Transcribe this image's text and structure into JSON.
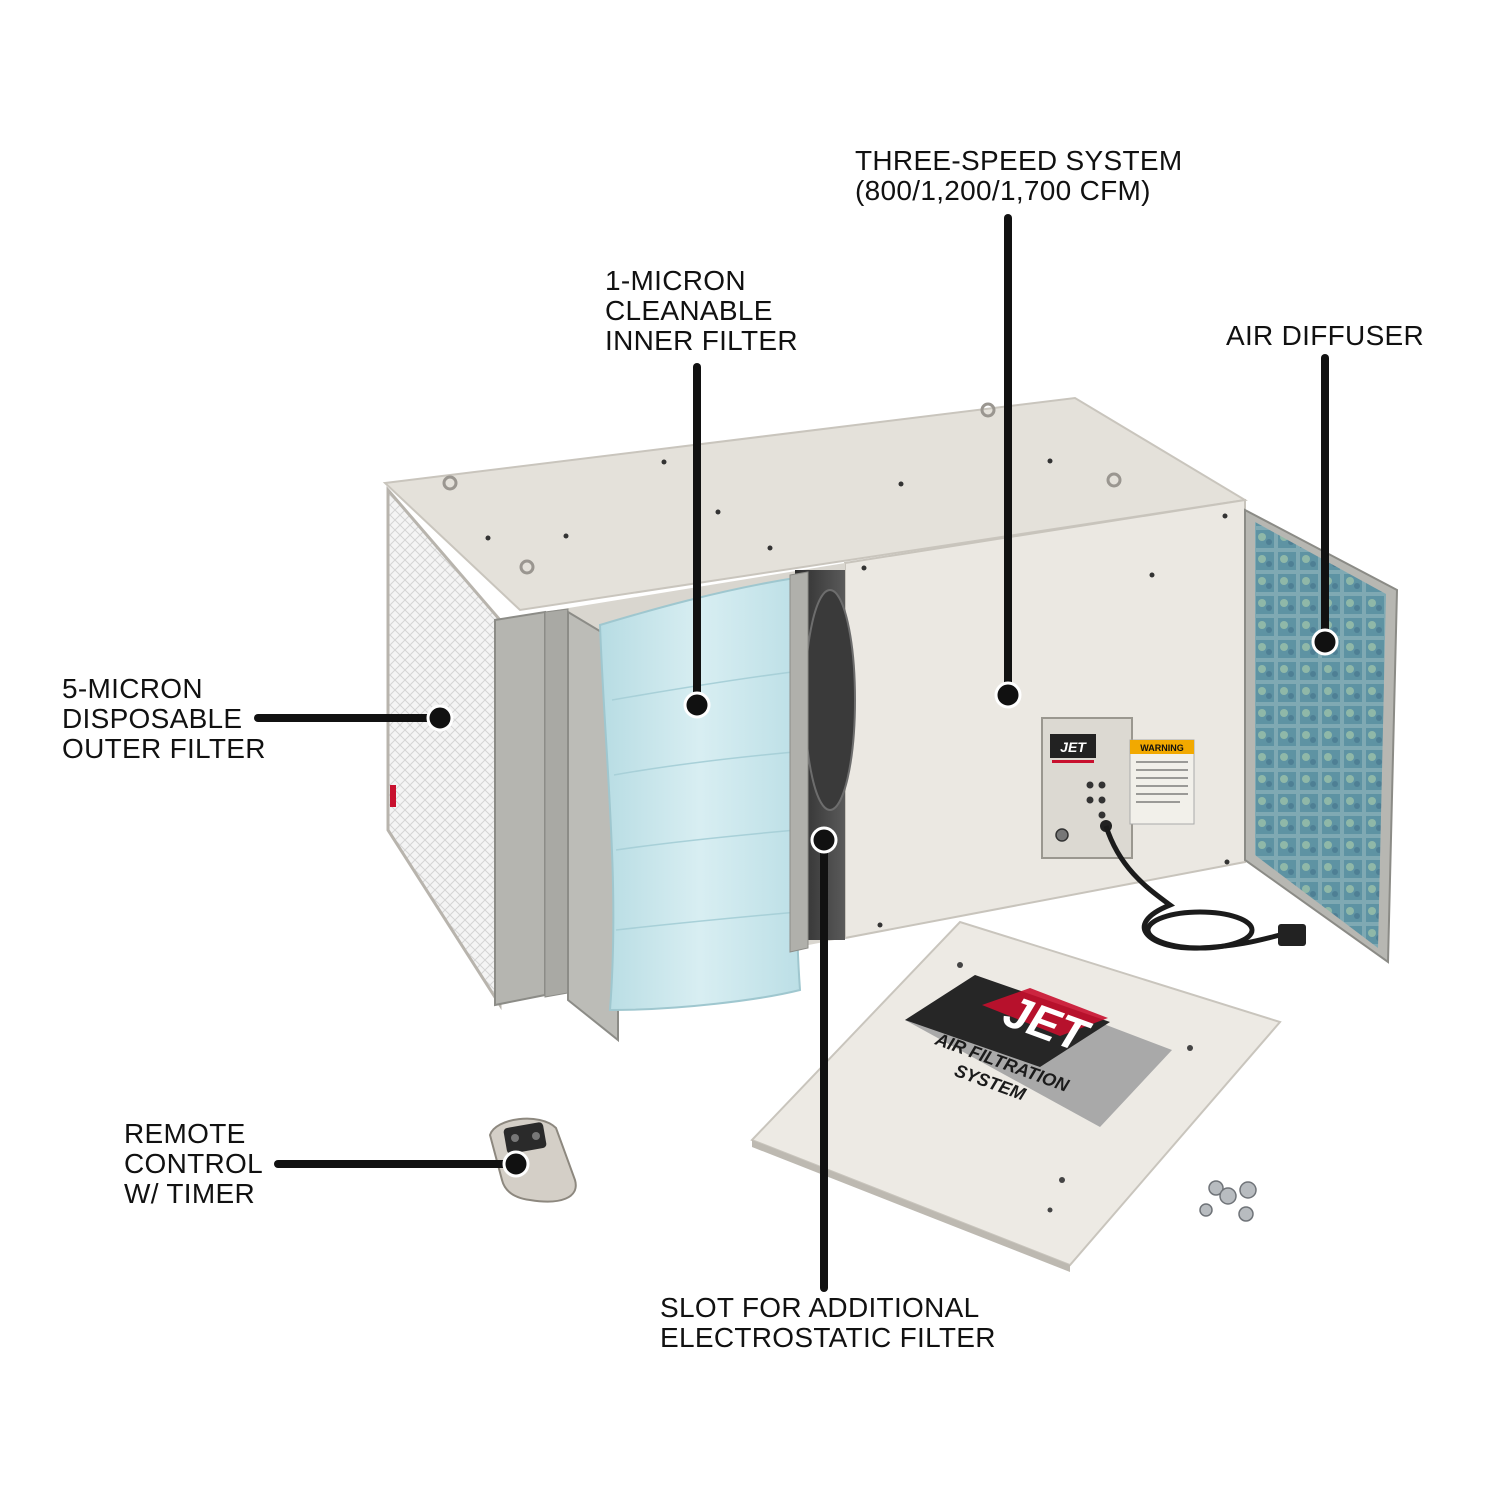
{
  "callouts": {
    "three_speed": {
      "lines": [
        "THREE-SPEED SYSTEM",
        "(800/1,200/1,700 CFM)"
      ]
    },
    "inner_filter": {
      "lines": [
        "1-MICRON",
        "CLEANABLE",
        "INNER FILTER"
      ]
    },
    "air_diffuser": {
      "lines": [
        "AIR DIFFUSER"
      ]
    },
    "outer_filter": {
      "lines": [
        "5-MICRON",
        "DISPOSABLE",
        "OUTER FILTER"
      ]
    },
    "remote": {
      "lines": [
        "REMOTE",
        "CONTROL",
        "W/ TIMER"
      ]
    },
    "slot": {
      "lines": [
        "SLOT FOR ADDITIONAL",
        "ELECTROSTATIC FILTER"
      ]
    }
  },
  "product": {
    "brand": "JET",
    "plate_line1": "AIR FILTRATION",
    "plate_line2": "SYSTEM",
    "warning": "WARNING"
  },
  "colors": {
    "cabinet": "#e8e5df",
    "filter_bag": "#c9e6ec",
    "diffuser_mesh": "#6f9fae",
    "plate_dark": "#2a2a2a",
    "brand_red": "#c8102e",
    "callout_line": "#111111"
  }
}
